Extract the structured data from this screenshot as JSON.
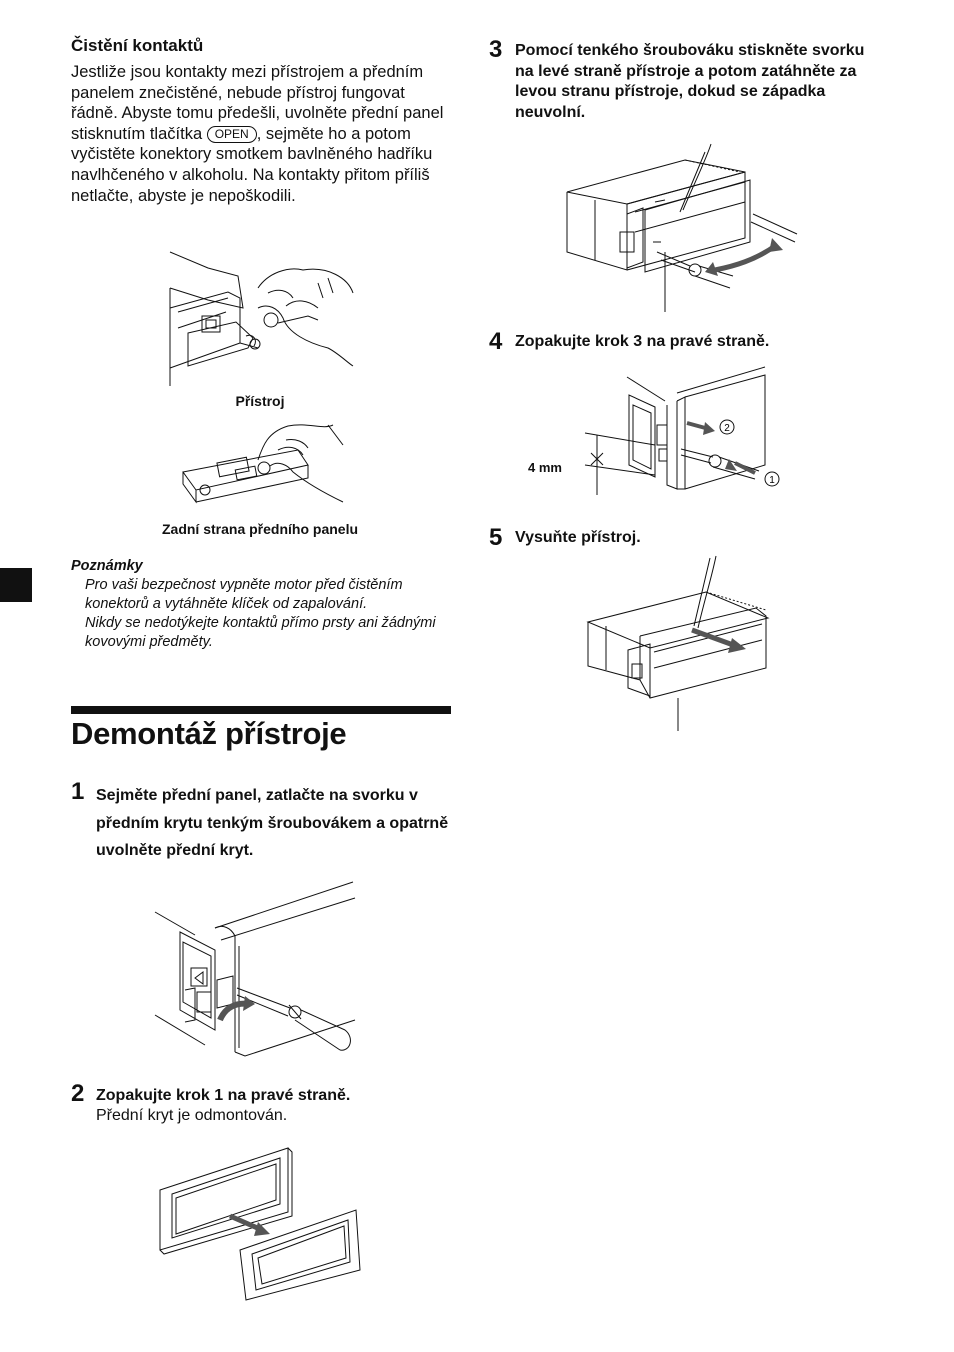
{
  "cleaning": {
    "heading": "Čistění kontaktů",
    "para_before_key": "Jestliže jsou kontakty mezi přístrojem a předním panelem znečistěné, nebude přístroj fungovat řádně. Abyste tomu předešli, uvolněte přední panel stisknutím tlačítka",
    "key_label": "OPEN",
    "para_after_key": ", sejměte ho a potom vyčistěte konektory smotkem bavlněného hadříku navlhčeného v alkoholu. Na kontakty přitom příliš netlačte, abyste je nepoškodili.",
    "caption_unit": "Přístroj",
    "caption_panel": "Zadní strana předního panelu"
  },
  "notes": {
    "heading": "Poznámky",
    "items": [
      "Pro vaši bezpečnost vypněte motor před čistěním konektorů a vytáhněte klíček od zapalování.",
      "Nikdy se nedotýkejte kontaktů přímo prsty ani žádnými kovovými předměty."
    ]
  },
  "section": {
    "title": "Demontáž přístroje"
  },
  "steps": [
    {
      "number": "1",
      "text": "Sejměte přední panel, zatlačte na svorku v předním krytu tenkým šroubovákem a opatrně uvolněte přední kryt."
    },
    {
      "number": "2",
      "text": "Zopakujte krok 1 na pravé straně.",
      "sub": "Přední kryt je odmontován."
    },
    {
      "number": "3",
      "text": "Pomocí tenkého šroubováku stiskněte svorku na levé straně přístroje a potom zatáhněte za levou stranu přístroje, dokud se západka neuvolní."
    },
    {
      "number": "4",
      "text": "Zopakujte krok 3 na pravé straně."
    },
    {
      "number": "5",
      "text": "Vysuňte přístroj."
    }
  ],
  "figure_labels": {
    "dimension": "4 mm",
    "callout_1": "1",
    "callout_2": "2"
  }
}
